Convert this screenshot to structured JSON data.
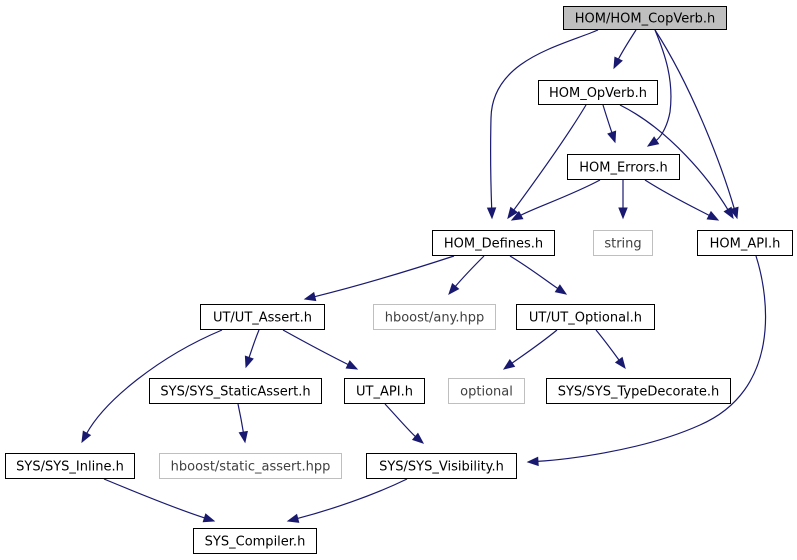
{
  "nodes": [
    {
      "id": "n_copverb",
      "label": "HOM/HOM_CopVerb.h",
      "kind": "root"
    },
    {
      "id": "n_opverb",
      "label": "HOM_OpVerb.h",
      "kind": "file"
    },
    {
      "id": "n_errors",
      "label": "HOM_Errors.h",
      "kind": "file"
    },
    {
      "id": "n_defines",
      "label": "HOM_Defines.h",
      "kind": "file"
    },
    {
      "id": "n_string",
      "label": "string",
      "kind": "external"
    },
    {
      "id": "n_api",
      "label": "HOM_API.h",
      "kind": "file"
    },
    {
      "id": "n_utassert",
      "label": "UT/UT_Assert.h",
      "kind": "file"
    },
    {
      "id": "n_anyhpp",
      "label": "hboost/any.hpp",
      "kind": "external"
    },
    {
      "id": "n_utoptional",
      "label": "UT/UT_Optional.h",
      "kind": "file"
    },
    {
      "id": "n_staticassert",
      "label": "SYS/SYS_StaticAssert.h",
      "kind": "file"
    },
    {
      "id": "n_utapi",
      "label": "UT_API.h",
      "kind": "file"
    },
    {
      "id": "n_optional",
      "label": "optional",
      "kind": "external"
    },
    {
      "id": "n_typedecorate",
      "label": "SYS/SYS_TypeDecorate.h",
      "kind": "file"
    },
    {
      "id": "n_inline",
      "label": "SYS/SYS_Inline.h",
      "kind": "file"
    },
    {
      "id": "n_staticasserthpp",
      "label": "hboost/static_assert.hpp",
      "kind": "external"
    },
    {
      "id": "n_visibility",
      "label": "SYS/SYS_Visibility.h",
      "kind": "file"
    },
    {
      "id": "n_compiler",
      "label": "SYS_Compiler.h",
      "kind": "file"
    }
  ],
  "edges": [
    {
      "from": "n_copverb",
      "to": "n_opverb"
    },
    {
      "from": "n_copverb",
      "to": "n_defines"
    },
    {
      "from": "n_copverb",
      "to": "n_errors"
    },
    {
      "from": "n_copverb",
      "to": "n_api"
    },
    {
      "from": "n_opverb",
      "to": "n_defines"
    },
    {
      "from": "n_opverb",
      "to": "n_errors"
    },
    {
      "from": "n_opverb",
      "to": "n_api"
    },
    {
      "from": "n_errors",
      "to": "n_defines"
    },
    {
      "from": "n_errors",
      "to": "n_string"
    },
    {
      "from": "n_errors",
      "to": "n_api"
    },
    {
      "from": "n_defines",
      "to": "n_utassert"
    },
    {
      "from": "n_defines",
      "to": "n_anyhpp"
    },
    {
      "from": "n_defines",
      "to": "n_utoptional"
    },
    {
      "from": "n_api",
      "to": "n_visibility"
    },
    {
      "from": "n_utassert",
      "to": "n_inline"
    },
    {
      "from": "n_utassert",
      "to": "n_staticassert"
    },
    {
      "from": "n_utassert",
      "to": "n_utapi"
    },
    {
      "from": "n_utoptional",
      "to": "n_optional"
    },
    {
      "from": "n_utoptional",
      "to": "n_typedecorate"
    },
    {
      "from": "n_staticassert",
      "to": "n_staticasserthpp"
    },
    {
      "from": "n_utapi",
      "to": "n_visibility"
    },
    {
      "from": "n_inline",
      "to": "n_compiler"
    },
    {
      "from": "n_visibility",
      "to": "n_compiler"
    }
  ],
  "colors": {
    "root_fill": "#bfbfbf",
    "file_fill": "#ffffff",
    "file_stroke": "#000000",
    "external_stroke": "#bfbfbf",
    "external_text": "#3f3f3f",
    "edge": "#191970"
  }
}
